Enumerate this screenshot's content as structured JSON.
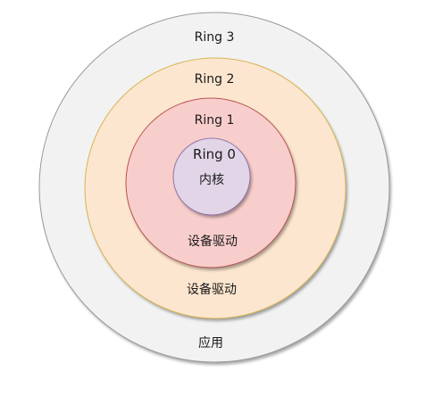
{
  "diagram": {
    "rings": [
      {
        "id": "ring3",
        "title": "Ring 3",
        "label": "应用",
        "fill": "#f2f2f2",
        "stroke": "#9a9a9a"
      },
      {
        "id": "ring2",
        "title": "Ring 2",
        "label": "设备驱动",
        "fill": "#fde6cf",
        "stroke": "#d6b656"
      },
      {
        "id": "ring1",
        "title": "Ring 1",
        "label": "设备驱动",
        "fill": "#f8cecc",
        "stroke": "#b85450"
      },
      {
        "id": "ring0",
        "title": "Ring 0",
        "label": "内核",
        "fill": "#e1d5e7",
        "stroke": "#9673a6"
      }
    ]
  }
}
